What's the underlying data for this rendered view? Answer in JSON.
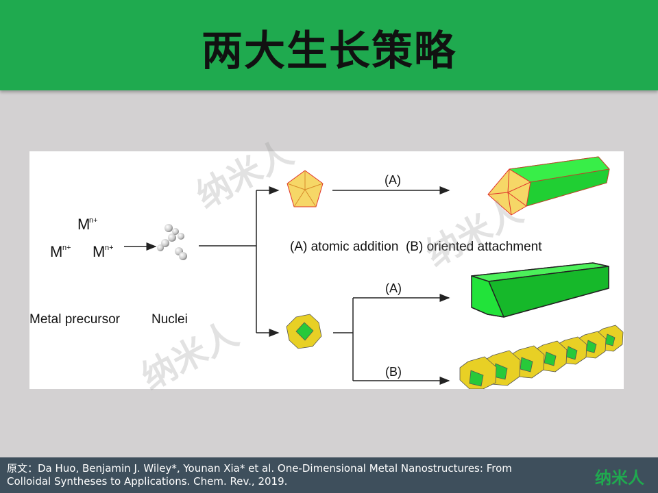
{
  "slide": {
    "title": "两大生长策略",
    "watermark": "纳米人",
    "logo": "纳米人"
  },
  "figure": {
    "metal_ion": "M",
    "ion_charge": "n+",
    "metal_precursor_label": "Metal precursor",
    "nuclei_label": "Nuclei",
    "path_a_label": "(A)",
    "path_b_label": "(B)",
    "legend_text": "(A) atomic addition  (B) oriented attachment",
    "colors": {
      "pentagon_fill": "#f6d767",
      "pentagon_edge": "#e0332b",
      "prism_green": "#22e33a",
      "cubo_yellow": "#e8d025",
      "cubo_green": "#27c93a"
    }
  },
  "footer": {
    "citation_line1": "原文：Da Huo, Benjamin J. Wiley*, Younan Xia* et al. One-Dimensional Metal Nanostructures: From",
    "citation_line2": "Colloidal Syntheses to Applications. Chem. Rev., 2019."
  }
}
